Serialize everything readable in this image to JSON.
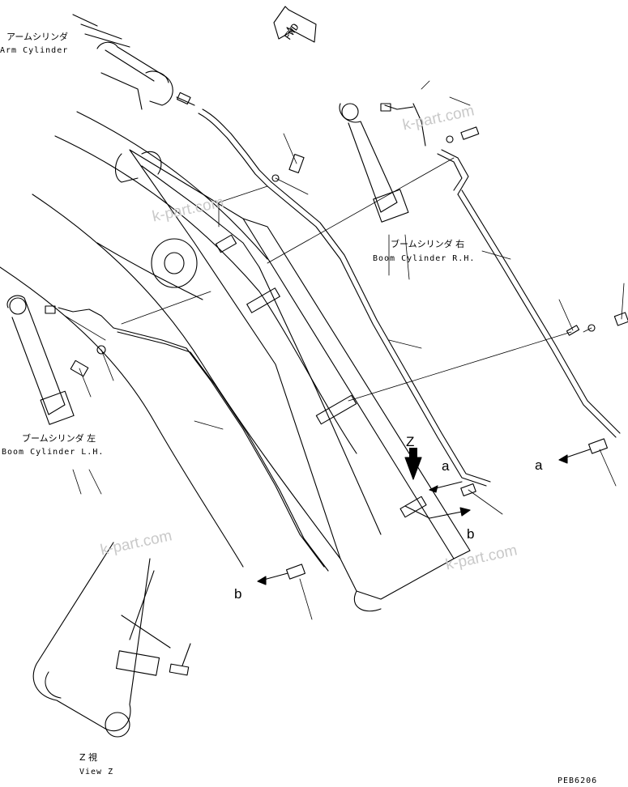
{
  "labels": {
    "arm_cylinder_jp": "アームシリンダ",
    "arm_cylinder_en": "Arm Cylinder",
    "boom_rh_jp": "ブームシリンダ 右",
    "boom_rh_en": "Boom Cylinder R.H.",
    "boom_lh_jp": "ブームシリンダ 左",
    "boom_lh_en": "Boom Cylinder L.H.",
    "view_z_jp": "Z 視",
    "view_z_en": "View Z",
    "fwd": "FWD",
    "z_marker": "Z",
    "ref_a_1": "a",
    "ref_a_2": "a",
    "ref_b_1": "b",
    "ref_b_2": "b",
    "drawing_code": "PEB6206"
  },
  "watermarks": [
    "k-part.com",
    "k-part.com",
    "k-part.com",
    "k-part.com"
  ]
}
